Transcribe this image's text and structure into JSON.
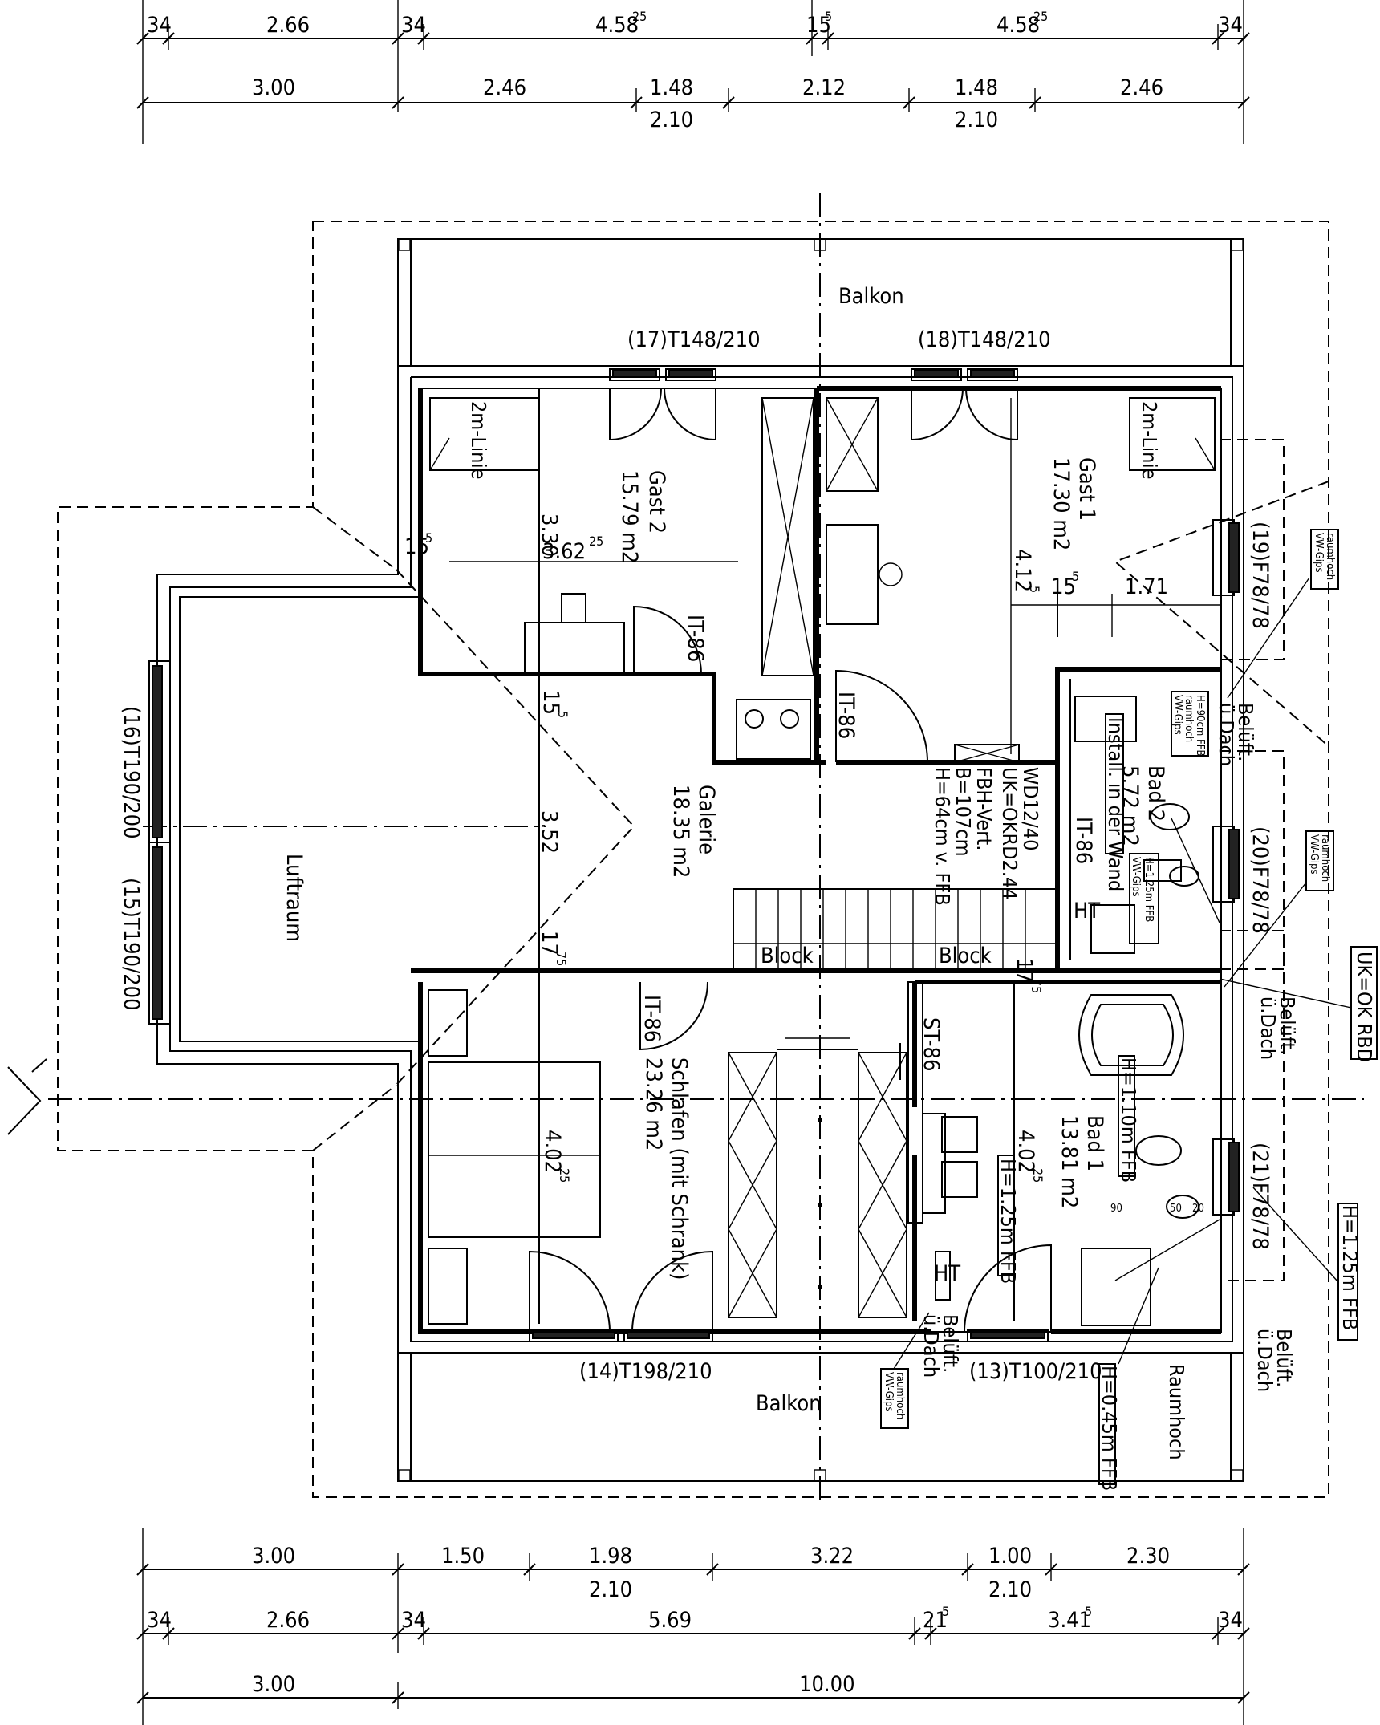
{
  "dimensions": {
    "top_row1": [
      "34",
      "2.66",
      "34",
      "4.58",
      "25",
      "15",
      "5",
      "4.58",
      "25",
      "34"
    ],
    "top_row2": [
      "3.00",
      "2.46",
      "1.48",
      "2.12",
      "1.48",
      "2.46"
    ],
    "top_row2_sub": [
      "2.10",
      "2.10"
    ],
    "bottom_row1": [
      "3.00",
      "1.50",
      "1.98",
      "3.22",
      "1.00",
      "2.30"
    ],
    "bottom_row1_sub": [
      "2.10",
      "2.10"
    ],
    "bottom_row2": [
      "34",
      "2.66",
      "34",
      "5.69",
      "21",
      "5",
      "3.41",
      "5",
      "34"
    ],
    "bottom_row3": [
      "3.00",
      "10.00"
    ]
  },
  "rooms": {
    "balkon_top": "Balkon",
    "balkon_bottom": "Balkon",
    "gast2_name": "Gast 2",
    "gast2_area": "15.79 m2",
    "gast1_name": "Gast 1",
    "gast1_area": "17.30 m2",
    "galerie_name": "Galerie",
    "galerie_area": "18.35 m2",
    "luftraum": "Luftraum",
    "schlafen_name": "Schlafen (mit Schrank)",
    "schlafen_area": "23.26 m2",
    "bad1_name": "Bad 1",
    "bad1_area": "13.81 m2",
    "bad2_name": "Bad 2",
    "bad2_area": "5.72 m2"
  },
  "openings": {
    "t17": "(17)T148/210",
    "t18": "(18)T148/210",
    "f19": "(19)F78/78",
    "f20": "(20)F78/78",
    "f21": "(21)F78/78",
    "t16": "(16)T190/200",
    "t15": "(15)T190/200",
    "t14": "(14)T198/210",
    "t13": "(13)T100/210",
    "door_it86_a": "IT-86",
    "door_it86_b": "IT-86",
    "door_it86_c": "IT-86",
    "door_it86_d": "IT-86",
    "door_st86": "ST-86"
  },
  "annotations": {
    "line2m_left": "2m-Linie",
    "line2m_right": "2m-Linie",
    "block_left": "Block",
    "block_right": "Block",
    "ht_top": "HT",
    "ht_bottom": "HT",
    "install": "Install. in der Wand",
    "wd": "WD12/40",
    "uk": "UK=OKRD2.44",
    "fbh1": "FBH-Vert.",
    "fbh2": "B=107cm",
    "fbh3": "H=64cm v. FFB",
    "vw_gips1": "VW-Gips",
    "vw_gips2": "raumhoch",
    "belueft1": "Belüft.",
    "belueft2": "ü.Dach",
    "uk_ok_rbd": "UK=OK RBD",
    "h125": "H=1.25m FFB",
    "h110": "H=1.10m FFB",
    "h045": "H=0.45m FFB",
    "h125_bad": "H=1.25m FFB",
    "raumhoch": "Raumhoch",
    "h90": "H=90cm FFB",
    "h125_small": "H=1.25m FFB",
    "n90": "90",
    "n50": "50",
    "n20": "20"
  },
  "room_dims": {
    "g2_w": "3.30",
    "g2_w_sup": "5",
    "g2_h": "3.62",
    "g2_h_sup": "25",
    "g2_s": "15",
    "g2_s_sup": "5",
    "g1_h": "4.12",
    "g1_h_sup": "5",
    "g1_s": "15",
    "g1_s_sup": "5",
    "g1_w": "1.71",
    "gal_s": "15",
    "gal_s_sup": "5",
    "gal_h": "3.52",
    "gal_b": "17",
    "gal_b_sup": "75",
    "gal_r": "17",
    "gal_r_sup": "75",
    "sch_h": "4.02",
    "sch_h_sup": "25",
    "bad1_h": "4.02",
    "bad1_h_sup": "25"
  }
}
